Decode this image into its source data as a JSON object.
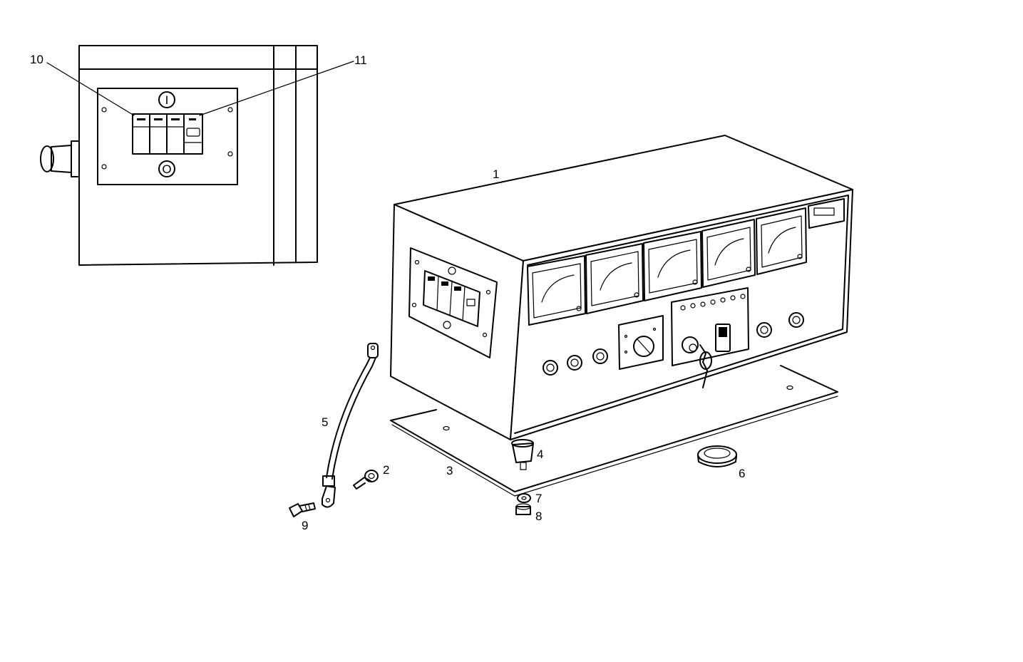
{
  "callouts": {
    "n1": "1",
    "n2": "2",
    "n3": "3",
    "n4": "4",
    "n5": "5",
    "n6": "6",
    "n7": "7",
    "n8": "8",
    "n9": "9",
    "n10": "10",
    "n11": "11"
  },
  "switch_symbols": {
    "on": "I",
    "off": "O"
  }
}
